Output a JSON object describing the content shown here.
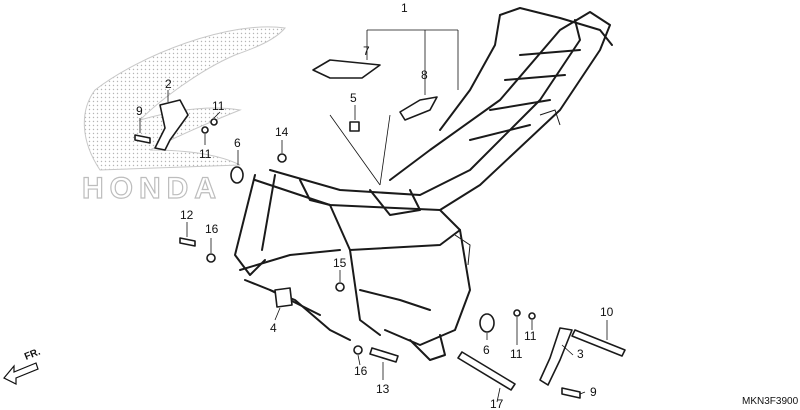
{
  "callouts": {
    "c1": "1",
    "c2": "2",
    "c3": "3",
    "c4": "4",
    "c5": "5",
    "c6a": "6",
    "c6b": "6",
    "c7": "7",
    "c8": "8",
    "c9a": "9",
    "c9b": "9",
    "c10": "10",
    "c11a": "11",
    "c11b": "11",
    "c11c": "11",
    "c11d": "11",
    "c12": "12",
    "c13": "13",
    "c14": "14",
    "c15": "15",
    "c16a": "16",
    "c16b": "16",
    "c17": "17"
  },
  "direction_label": "FR.",
  "diagram_code": "MKN3F3900",
  "watermark": "HONDA"
}
